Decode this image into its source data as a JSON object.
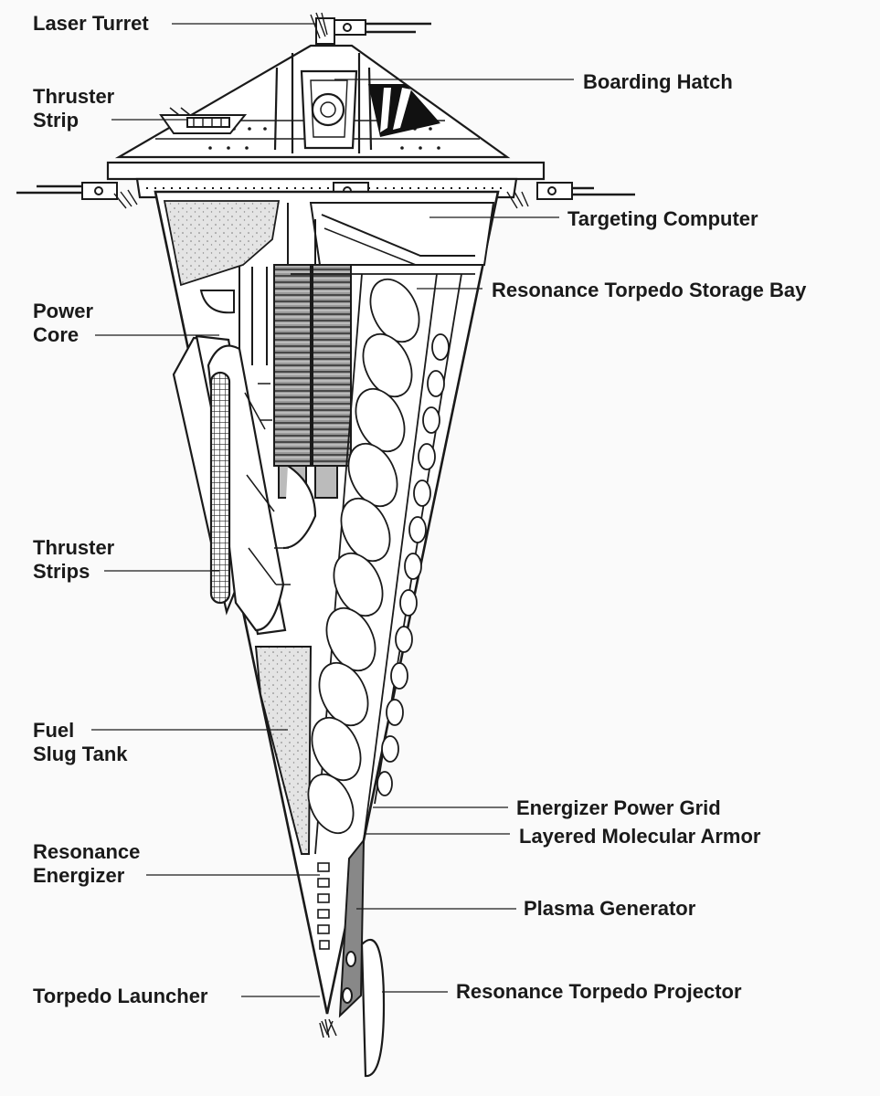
{
  "labels": {
    "laser_turret": "Laser Turret",
    "thruster_strip": [
      "Thruster",
      "Strip"
    ],
    "boarding_hatch": "Boarding Hatch",
    "targeting_computer": "Targeting Computer",
    "torpedo_storage_bay": "Resonance Torpedo Storage Bay",
    "power_core": [
      "Power",
      "Core"
    ],
    "thruster_strips": [
      "Thruster",
      "Strips"
    ],
    "fuel_slug_tank": [
      "Fuel",
      "Slug Tank"
    ],
    "energizer_power_grid": "Energizer Power Grid",
    "layered_molecular_armor": "Layered Molecular Armor",
    "resonance_energizer": [
      "Resonance",
      "Energizer"
    ],
    "plasma_generator": "Plasma Generator",
    "torpedo_launcher": "Torpedo Launcher",
    "torpedo_projector": "Resonance Torpedo Projector"
  },
  "colors": {
    "ink": "#1a1a1a",
    "paper": "#fafafa",
    "stipple": "#e4e4e4"
  }
}
